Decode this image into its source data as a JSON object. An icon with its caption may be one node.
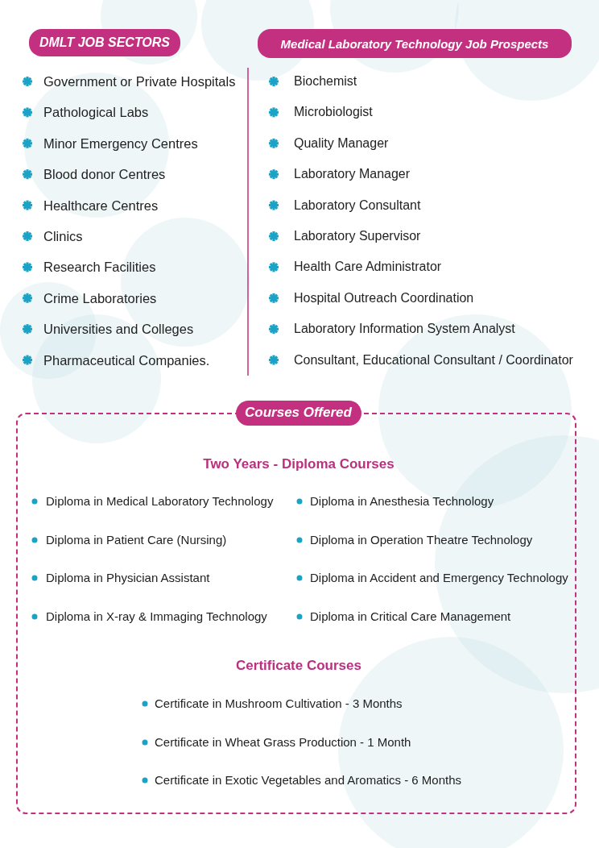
{
  "diagram": {
    "nodes": [
      {
        "text": [
          "DMLT JOB SECTORS"
        ],
        "beside": [
          "Government or Private Hospitals",
          "Pathological Labs",
          "Minor Emergency Centres",
          "Blood donor Centres",
          "Healthcare Centres",
          "Clinics",
          "Research Facilities",
          "Crime Laboratories",
          "Universities and Colleges",
          "Pharmaceutical Companies."
        ]
      },
      {
        "text": [
          "Medical Laboratory Technology Job Prospects"
        ],
        "beside": [
          "Biochemist",
          "Microbiologist",
          "Quality Manager",
          "Laboratory Manager",
          "Laboratory Consultant",
          "Laboratory Supervisor",
          "Health Care Administrator",
          "Hospital Outreach Coordination",
          "Laboratory Information System Analyst",
          "Consultant, Educational Consultant / Coordinator"
        ]
      },
      {
        "text": [
          "Courses Offered"
        ]
      }
    ],
    "labels": [
      "Two Years - Diploma Courses",
      "Diploma in Medical Laboratory Technology",
      "Diploma in Anesthesia Technology",
      "Diploma in Patient Care (Nursing)",
      "Diploma in Operation Theatre Technology",
      "Diploma in Physician Assistant",
      "Diploma in Accident and Emergency Technology",
      "Diploma in X-ray & Immaging Technology",
      "Diploma in Critical Care Management",
      "Certificate Courses",
      "Certificate in Mushroom Cultivation - 3 Months",
      "Certificate in Wheat Grass Production - 1 Month",
      "Certificate in Exotic Vegetables and Aromatics - 6 Months"
    ]
  }
}
